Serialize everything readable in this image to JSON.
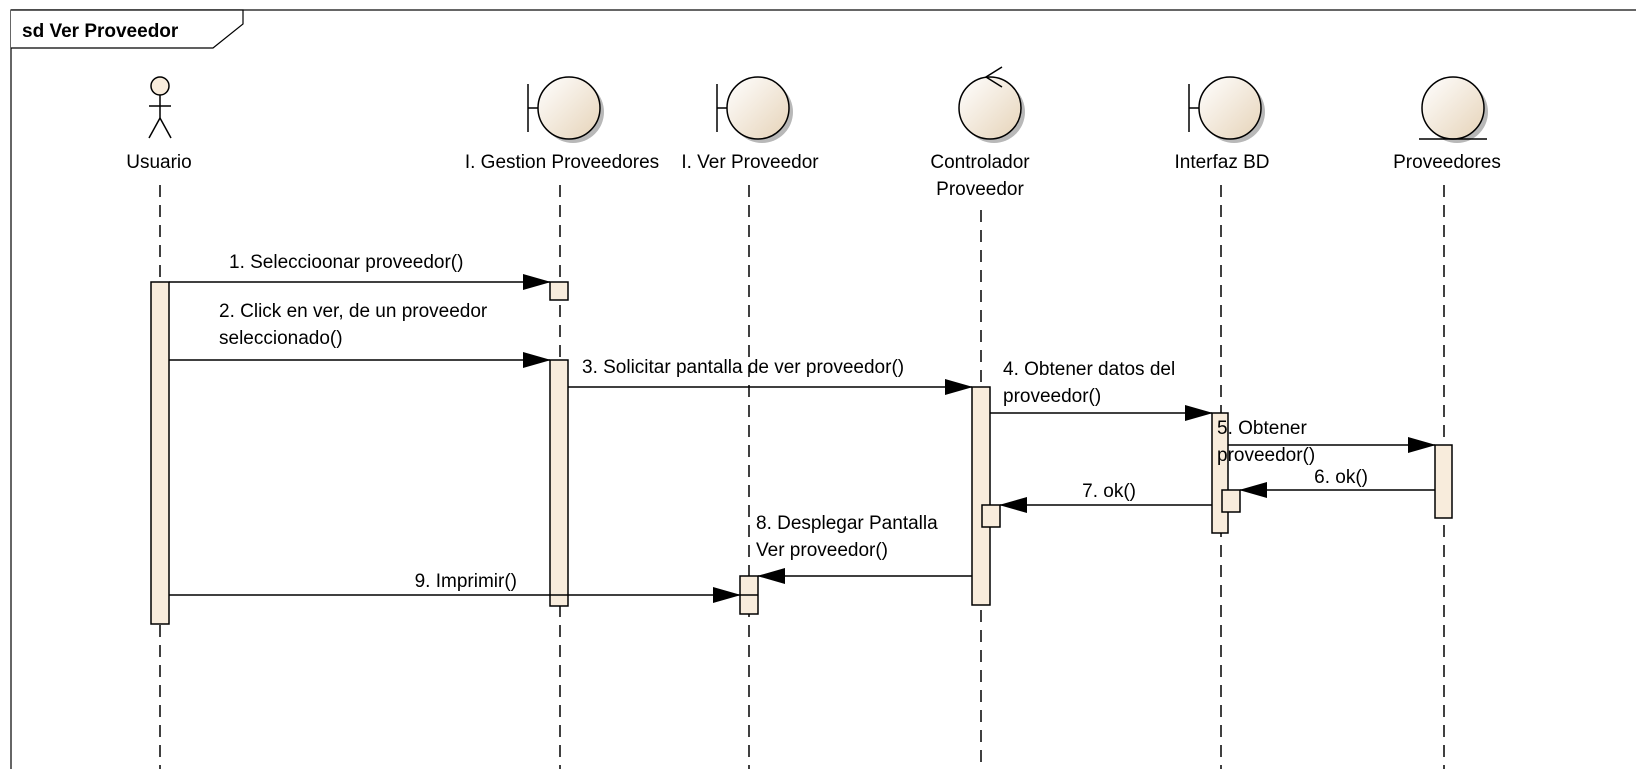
{
  "frame": {
    "title": "sd Ver Proveedor"
  },
  "colors": {
    "fill": "#f8ecdc",
    "fill_dark": "#e6d3b8",
    "shadow": "#b8b8b8",
    "stroke": "#000000"
  },
  "lifelines": [
    {
      "id": "usuario",
      "type": "actor",
      "label": [
        "Usuario"
      ]
    },
    {
      "id": "gestion",
      "type": "boundary",
      "label": [
        "I. Gestion Proveedores"
      ]
    },
    {
      "id": "ver",
      "type": "boundary",
      "label": [
        "I. Ver Proveedor"
      ]
    },
    {
      "id": "controlador",
      "type": "control",
      "label": [
        "Controlador",
        "Proveedor"
      ]
    },
    {
      "id": "interfaz",
      "type": "boundary",
      "label": [
        "Interfaz BD"
      ]
    },
    {
      "id": "proveedores",
      "type": "entity",
      "label": [
        "Proveedores"
      ]
    }
  ],
  "messages": [
    {
      "id": "m1",
      "label": [
        "1. Seleccioonar proveedor()"
      ]
    },
    {
      "id": "m2",
      "label": [
        "2. Click en ver, de un proveedor",
        "seleccionado()"
      ]
    },
    {
      "id": "m3",
      "label": [
        "3. Solicitar pantalla de ver proveedor()"
      ]
    },
    {
      "id": "m4",
      "label": [
        "4. Obtener datos del",
        "proveedor()"
      ]
    },
    {
      "id": "m5",
      "label": [
        "5. Obtener",
        "proveedor()"
      ]
    },
    {
      "id": "m6",
      "label": [
        "6. ok()"
      ]
    },
    {
      "id": "m7",
      "label": [
        "7. ok()"
      ]
    },
    {
      "id": "m8",
      "label": [
        "8. Desplegar Pantalla",
        "Ver proveedor()"
      ]
    },
    {
      "id": "m9",
      "label": [
        "9. Imprimir()"
      ]
    }
  ]
}
